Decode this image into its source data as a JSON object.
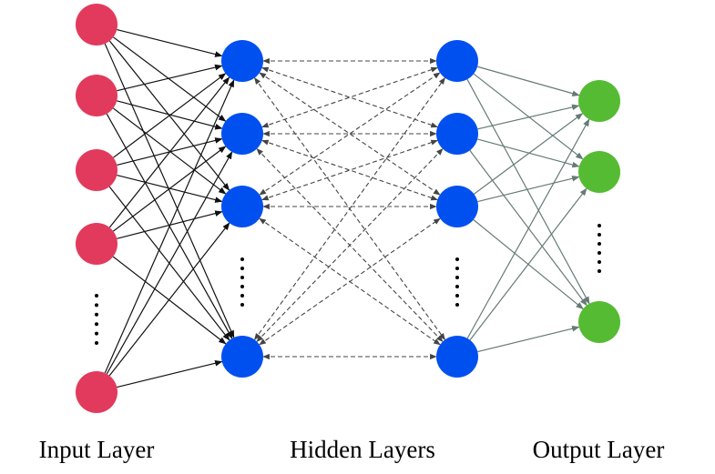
{
  "labels": {
    "input": "Input Layer",
    "hidden": "Hidden Layers",
    "output": "Output Layer"
  },
  "layers": [
    {
      "name": "input-layer",
      "visible_nodes": 5,
      "has_ellipsis": true,
      "color": "#e23a5c"
    },
    {
      "name": "hidden-layer-1",
      "visible_nodes": 4,
      "has_ellipsis": true,
      "color": "#0050f0"
    },
    {
      "name": "hidden-layer-2",
      "visible_nodes": 4,
      "has_ellipsis": true,
      "color": "#0050f0"
    },
    {
      "name": "output-layer",
      "visible_nodes": 3,
      "has_ellipsis": true,
      "color": "#55bb33"
    }
  ],
  "connections": [
    {
      "from": "input-layer",
      "to": "hidden-layer-1",
      "style": "solid",
      "color": "#111111",
      "arrow": true
    },
    {
      "from": "hidden-layer-1",
      "to": "hidden-layer-2",
      "style": "dashed",
      "color": "#444444",
      "arrow": true,
      "bidirectional": true
    },
    {
      "from": "hidden-layer-2",
      "to": "output-layer",
      "style": "solid",
      "color": "#667a77",
      "arrow": true
    }
  ]
}
